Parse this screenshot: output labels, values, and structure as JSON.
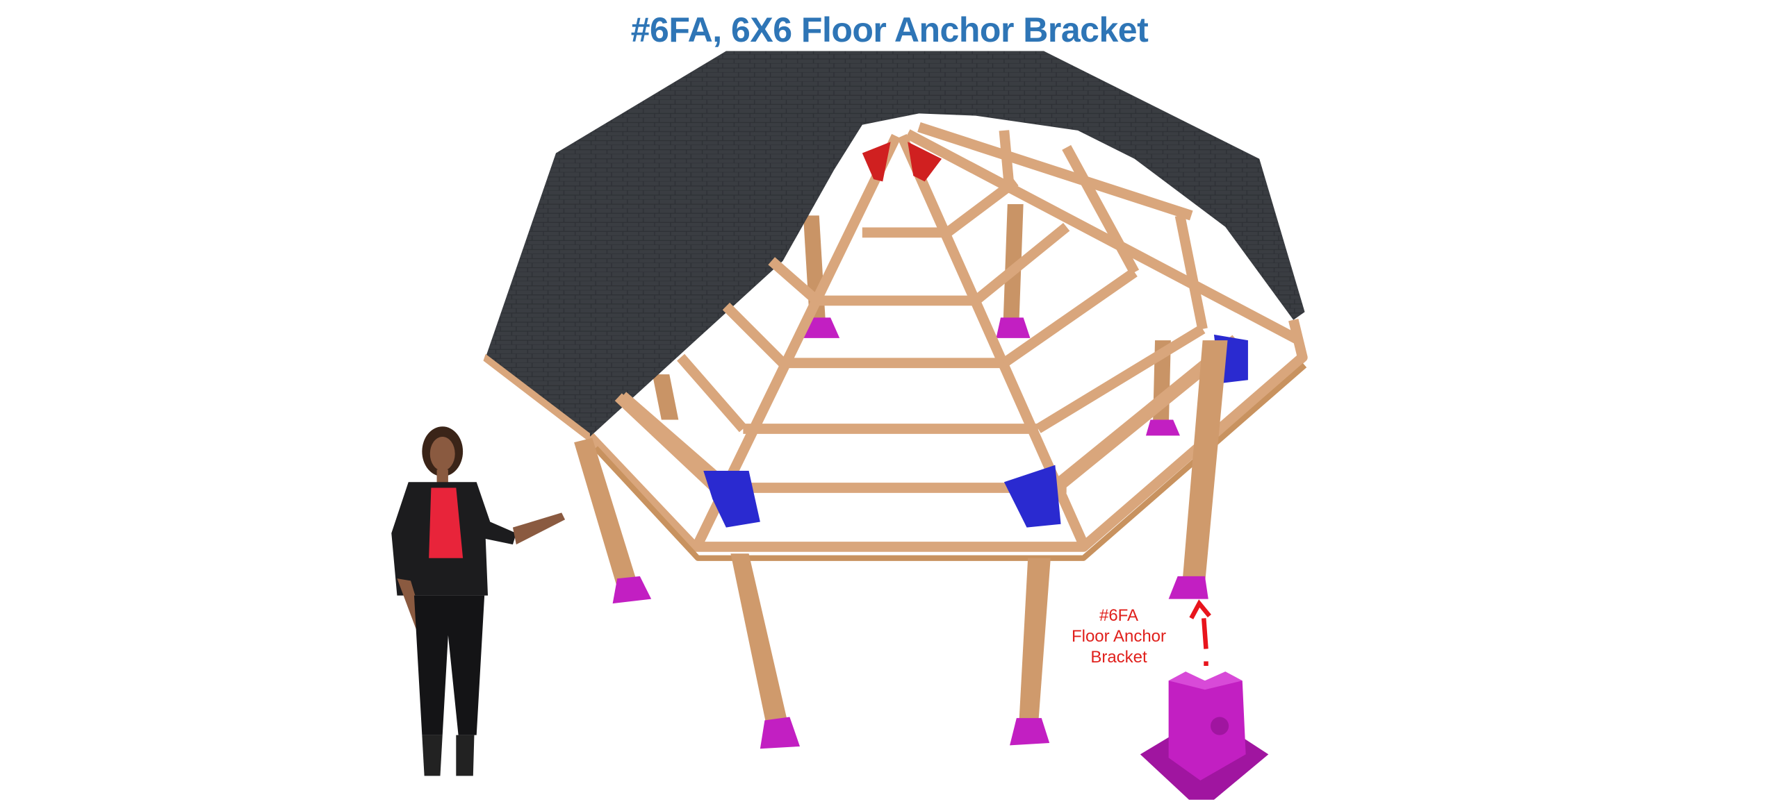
{
  "title": "#6FA, 6X6 Floor Anchor Bracket",
  "callout": {
    "line1": "#6FA",
    "line2": "Floor Anchor",
    "line3": "Bracket"
  },
  "colors": {
    "title": "#2e75b6",
    "callout": "#e0201c",
    "wood": "#d9a67c",
    "roof": "#3a3d42",
    "anchor": "#c21fc2",
    "bracket_blue": "#2a2ad0"
  }
}
